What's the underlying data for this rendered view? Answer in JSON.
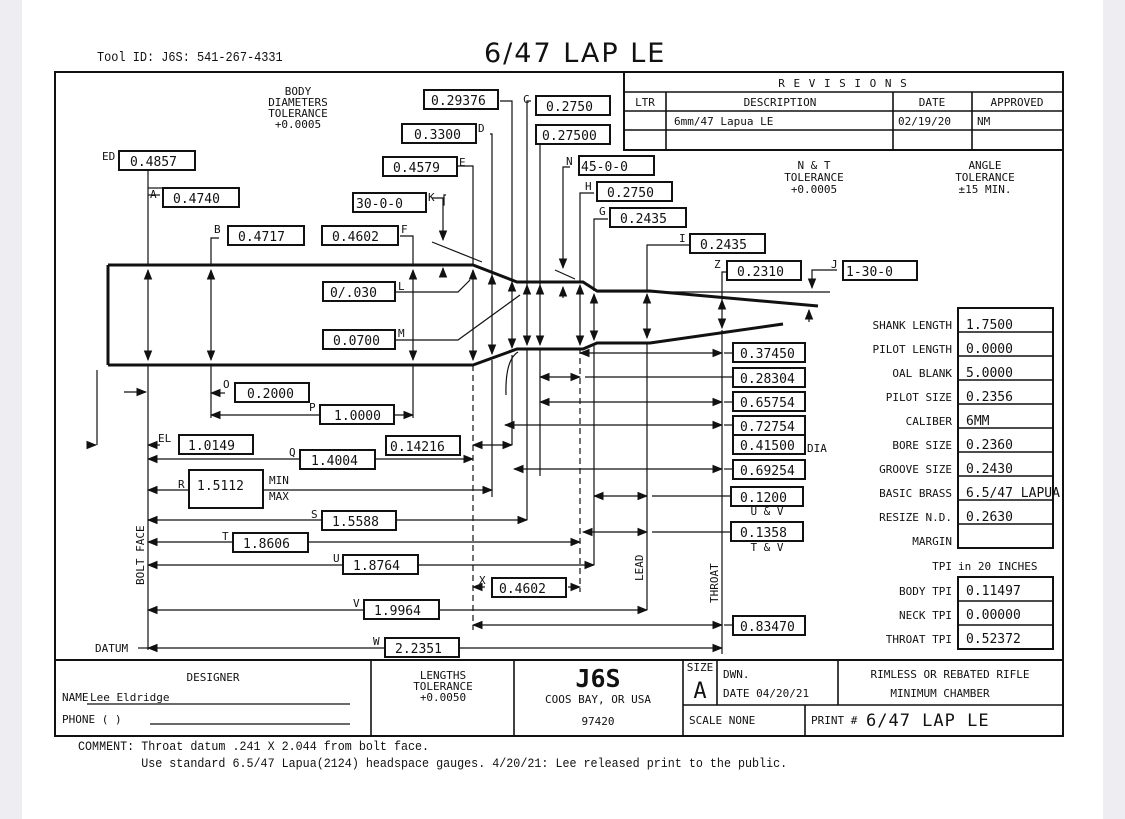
{
  "header": {
    "tool_id": "Tool ID: J6S: 541-267-4331",
    "title": "6/47 LAP LE"
  },
  "notes": {
    "body_diameters_tolerance": [
      "BODY",
      "DIAMETERS",
      "TOLERANCE",
      "+0.0005"
    ],
    "nt_tolerance": [
      "N & T",
      "TOLERANCE",
      "+0.0005"
    ],
    "angle_tolerance": [
      "ANGLE",
      "TOLERANCE",
      "±15 MIN."
    ],
    "lengths_tolerance": [
      "LENGTHS",
      "TOLERANCE",
      "+0.0050"
    ]
  },
  "revisions": {
    "title": "R E V I S I O N S",
    "columns": [
      "LTR",
      "DESCRIPTION",
      "DATE",
      "APPROVED"
    ],
    "rows": [
      {
        "ltr": "",
        "description": "6mm/47 Lapua LE",
        "date": "02/19/20",
        "approved": "NM"
      },
      {
        "ltr": "",
        "description": "",
        "date": "",
        "approved": ""
      }
    ]
  },
  "diameters": {
    "ED": "0.4857",
    "A": "0.4740",
    "B": "0.4717",
    "F": "0.4602",
    "K": "30-0-0",
    "E": "0.4579",
    "D": "0.3300",
    "C_upper": "0.29376",
    "C": "0.2750",
    "C_lower": "0.27500",
    "N": "45-0-0",
    "H": "0.2750",
    "G": "0.2435",
    "I": "0.2435",
    "Z": "0.2310",
    "J": "1-30-0",
    "L": "0/.030",
    "M": "0.0700"
  },
  "letters": {
    "ED": "ED",
    "A": "A",
    "B": "B",
    "F": "F",
    "K": "K",
    "E": "E",
    "D": "D",
    "C": "C",
    "N": "N",
    "H": "H",
    "G": "G",
    "I": "I",
    "Z": "Z",
    "J": "J",
    "L": "L",
    "M": "M",
    "O": "O",
    "P": "P",
    "EL": "EL",
    "Q": "Q",
    "R": "R",
    "S": "S",
    "T": "T",
    "U": "U",
    "V": "V",
    "W": "W",
    "X": "X"
  },
  "lengths": {
    "O": "0.2000",
    "P": "1.0000",
    "EL": "1.0149",
    "Q": "1.4004",
    "Q_right": "0.14216",
    "R": "1.5112",
    "R_min": "MIN",
    "R_max": "MAX",
    "S": "1.5588",
    "T": "1.8606",
    "U": "1.8764",
    "V": "1.9964",
    "W": "2.2351",
    "X": "0.4602"
  },
  "right_dims": [
    {
      "value": "0.37450",
      "suffix": ""
    },
    {
      "value": "0.28304",
      "suffix": ""
    },
    {
      "value": "0.65754",
      "suffix": ""
    },
    {
      "value": "0.72754",
      "suffix": ""
    },
    {
      "value": "0.41500",
      "suffix": "DIA"
    },
    {
      "value": "0.69254",
      "suffix": ""
    },
    {
      "value": "0.1200",
      "suffix": "U & V"
    },
    {
      "value": "0.1358",
      "suffix": "T & V"
    },
    {
      "value": "0.83470",
      "suffix": ""
    }
  ],
  "vertical_labels": {
    "bolt_face": "BOLT FACE",
    "datum": "DATUM",
    "lead": "LEAD",
    "throat": "THROAT"
  },
  "specs": [
    {
      "label": "SHANK LENGTH",
      "value": "1.7500"
    },
    {
      "label": "PILOT LENGTH",
      "value": "0.0000"
    },
    {
      "label": "OAL BLANK",
      "value": "5.0000"
    },
    {
      "label": "PILOT SIZE",
      "value": "0.2356"
    },
    {
      "label": "CALIBER",
      "value": "6MM"
    },
    {
      "label": "BORE SIZE",
      "value": "0.2360"
    },
    {
      "label": "GROOVE SIZE",
      "value": "0.2430"
    },
    {
      "label": "BASIC BRASS",
      "value": "6.5/47 LAPUA"
    },
    {
      "label": "RESIZE N.D.",
      "value": "0.2630"
    },
    {
      "label": "MARGIN",
      "value": ""
    }
  ],
  "tpi": {
    "header_label": "TPI",
    "header_value": "in 20 INCHES",
    "rows": [
      {
        "label": "BODY TPI",
        "value": "0.11497"
      },
      {
        "label": "NECK TPI",
        "value": "0.00000"
      },
      {
        "label": "THROAT TPI",
        "value": "0.52372"
      }
    ]
  },
  "title_block": {
    "designer_heading": "DESIGNER",
    "name_label": "NAME",
    "name_value": "Lee Eldridge",
    "phone_label": "PHONE (    )",
    "company": "J6S",
    "company_city": "COOS BAY, OR USA",
    "company_zip": "97420",
    "size_label": "SIZE",
    "size_value": "A",
    "dwn_label": "DWN.",
    "date_label": "DATE 04/20/21",
    "type_line1": "RIMLESS OR REBATED RIFLE",
    "type_line2": "MINIMUM CHAMBER",
    "scale_label": "SCALE  NONE",
    "print_label": "PRINT #",
    "print_value": "6/47 LAP LE"
  },
  "comment": {
    "line1": "COMMENT: Throat datum .241 X 2.044 from bolt face.",
    "line2": "         Use standard 6.5/47 Lapua(2124) headspace gauges. 4/20/21: Lee released print to the public."
  }
}
